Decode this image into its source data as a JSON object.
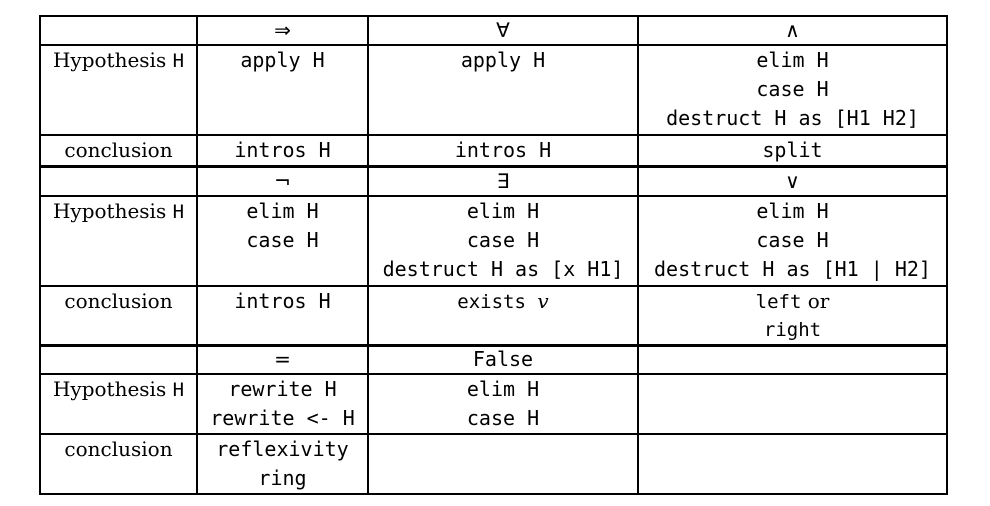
{
  "block1": {
    "head": [
      "",
      "⇒",
      "∀",
      "∧"
    ],
    "hyp_label": "Hypothesis",
    "hyp_var": "H",
    "hyp": [
      [
        "apply H"
      ],
      [
        "apply H"
      ],
      [
        "elim H",
        "case H",
        "destruct H as [H1 H2]"
      ]
    ],
    "con_label": "conclusion",
    "con": [
      [
        "intros H"
      ],
      [
        "intros H"
      ],
      [
        "split"
      ]
    ]
  },
  "block2": {
    "head": [
      "",
      "¬",
      "∃",
      "∨"
    ],
    "hyp_label": "Hypothesis",
    "hyp_var": "H",
    "hyp": [
      [
        "elim H",
        "case H"
      ],
      [
        "elim H",
        "case H",
        "destruct H as [x H1]"
      ],
      [
        "elim H",
        "case H",
        "destruct H as [H1 | H2]"
      ]
    ],
    "con_label": "conclusion",
    "con": [
      [
        "intros H"
      ],
      [
        {
          "mono": "exists ",
          "ital": "v"
        }
      ],
      [
        {
          "mono": "left",
          "serif": " or"
        },
        {
          "mono": "right"
        }
      ]
    ]
  },
  "block3": {
    "head": [
      "",
      "=",
      "False",
      ""
    ],
    "hyp_label": "Hypothesis",
    "hyp_var": "H",
    "hyp": [
      [
        "rewrite H",
        "rewrite <- H"
      ],
      [
        "elim H",
        "case H"
      ],
      []
    ],
    "con_label": "conclusion",
    "con": [
      [
        "reflexivity",
        "ring"
      ],
      [],
      []
    ]
  }
}
